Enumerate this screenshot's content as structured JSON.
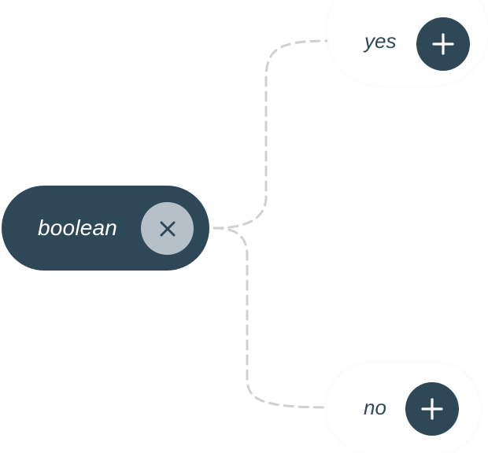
{
  "flow": {
    "root": {
      "label": "boolean",
      "remove_icon": "close-icon"
    },
    "branches": [
      {
        "label": "yes",
        "add_icon": "plus-icon"
      },
      {
        "label": "no",
        "add_icon": "plus-icon"
      }
    ]
  },
  "colors": {
    "node_dark": "#2f4858",
    "remove_button": "#b6c0c8",
    "connector": "#d0d0d0",
    "background": "#ffffff"
  }
}
